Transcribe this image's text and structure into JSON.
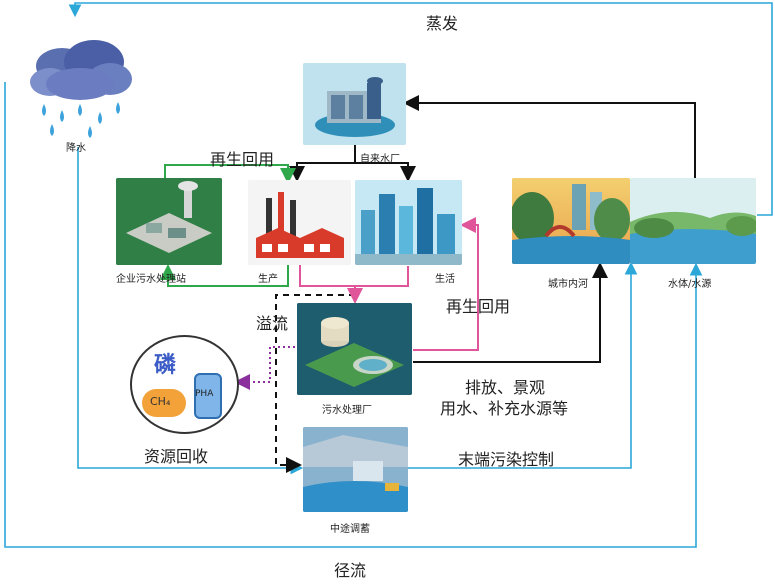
{
  "flow_labels": {
    "evaporation": "蒸发",
    "runoff": "径流",
    "reuse_top": "再生回用",
    "reuse_right": "再生回用",
    "overflow": "溢流",
    "discharge_line1": "排放、景观",
    "discharge_line2": "用水、补充水源等",
    "terminal_control": "末端污染控制",
    "resource_recovery": "资源回收"
  },
  "nodes": {
    "rain": "降水",
    "waterworks": "自来水厂",
    "industrial_plant": "企业污水处理站",
    "production": "生产",
    "living": "生活",
    "urban_river": "城市内河",
    "water_source": "水体/水源",
    "wwtp": "污水处理厂",
    "storage": "中途调蓄"
  },
  "resource_icon": {
    "phosphorus": "磷",
    "methane": "CH₄",
    "pha": "PHA"
  },
  "colors": {
    "black_flow": "#111111",
    "green_flow": "#2ea84a",
    "pink_flow": "#e0559a",
    "blue_flow": "#2ba7d8",
    "purple_flow": "#8a2f9c"
  }
}
